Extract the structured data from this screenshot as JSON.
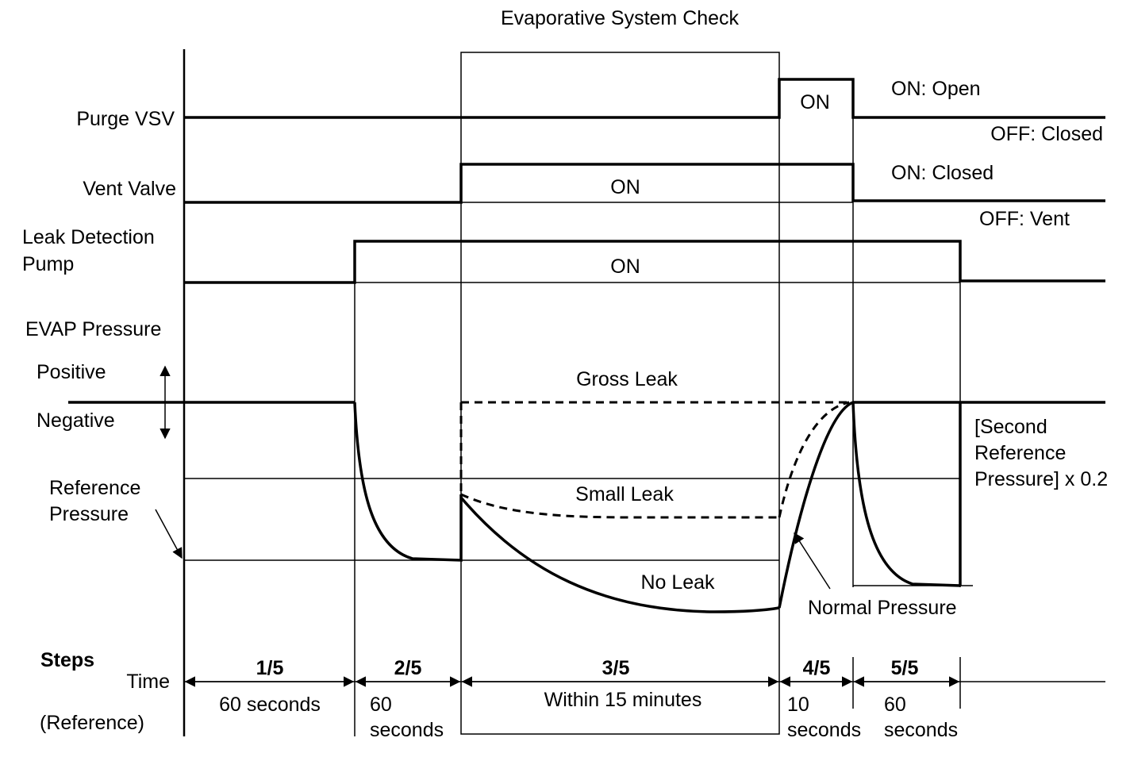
{
  "title": "Evaporative System Check",
  "signals": {
    "purge_vsv": "Purge VSV",
    "vent_valve": "Vent Valve",
    "leak_pump_line1": "Leak Detection",
    "leak_pump_line2": "Pump",
    "evap_pressure": "EVAP Pressure"
  },
  "states": {
    "purge_on": "ON",
    "vent_on": "ON",
    "pump_on": "ON",
    "purge_on_meaning": "ON: Open",
    "purge_off_meaning": "OFF: Closed",
    "vent_on_meaning": "ON: Closed",
    "vent_off_meaning": "OFF: Vent"
  },
  "pressure": {
    "positive": "Positive",
    "negative": "Negative",
    "reference_line1": "Reference",
    "reference_line2": "Pressure",
    "gross_leak": "Gross Leak",
    "small_leak": "Small Leak",
    "no_leak": "No Leak",
    "normal_pressure": "Normal Pressure",
    "second_ref_line1": "[Second",
    "second_ref_line2": "Reference",
    "second_ref_line3": "Pressure] x 0.2"
  },
  "timeline": {
    "steps_label": "Steps",
    "time_label": "Time",
    "reference_label": "(Reference)",
    "steps": [
      {
        "step": "1/5",
        "duration_line1": "60 seconds",
        "duration_line2": ""
      },
      {
        "step": "2/5",
        "duration_line1": "60",
        "duration_line2": "seconds"
      },
      {
        "step": "3/5",
        "duration_line1": "Within 15 minutes",
        "duration_line2": ""
      },
      {
        "step": "4/5",
        "duration_line1": "10",
        "duration_line2": "seconds"
      },
      {
        "step": "5/5",
        "duration_line1": "60",
        "duration_line2": "seconds"
      }
    ]
  }
}
